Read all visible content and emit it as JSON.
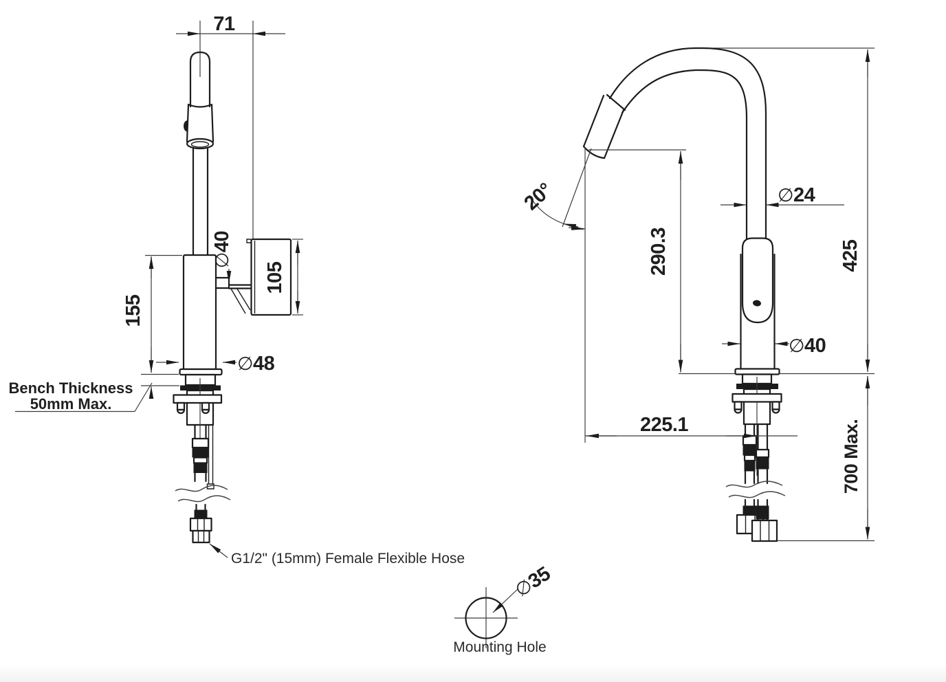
{
  "colors": {
    "line": "#1c1c1c",
    "dim_line": "#3c3c3c",
    "background": "#ffffff"
  },
  "front_view": {
    "dim_spout_offset": "71",
    "dim_head_diameter": {
      "symbol": "∅",
      "value": "40"
    },
    "dim_handle_height": "105",
    "dim_body_height": "155",
    "dim_base_diameter": {
      "symbol": "∅",
      "value": "48"
    },
    "bench_note": {
      "line1": "Bench Thickness",
      "line2": "50mm Max."
    },
    "hose_note": "G1/2\" (15mm) Female Flexible Hose"
  },
  "side_view": {
    "dim_spray_angle": "20°",
    "dim_spout_tube_diameter": {
      "symbol": "∅",
      "value": "24"
    },
    "dim_spout_outlet_height": "290.3",
    "dim_overall_height": "425",
    "dim_body_diameter": {
      "symbol": "∅",
      "value": "40"
    },
    "dim_spout_reach": "225.1",
    "dim_under_bench_length": "700 Max."
  },
  "mounting_hole": {
    "dim_hole_diameter": {
      "symbol": "∅",
      "value": "35"
    },
    "caption": "Mounting Hole"
  }
}
